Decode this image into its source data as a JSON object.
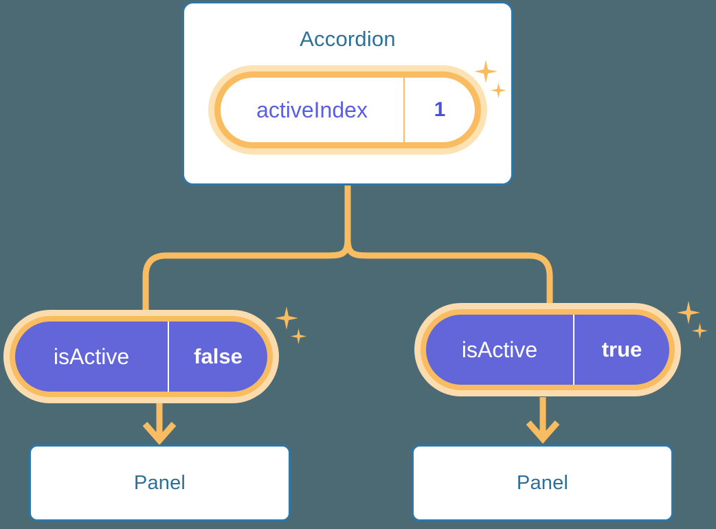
{
  "diagram": {
    "background_color": "#4c6a73",
    "accent_orange": "#f9bc60",
    "accent_orange_pale": "#fde2b4",
    "accent_purple": "#6366d8",
    "accent_blue": "#2c7099"
  },
  "accordion": {
    "title": "Accordion",
    "state": {
      "key": "activeIndex",
      "value": "1"
    }
  },
  "branches": [
    {
      "state": {
        "key": "isActive",
        "value": "false"
      },
      "panel": {
        "title": "Panel"
      }
    },
    {
      "state": {
        "key": "isActive",
        "value": "true"
      },
      "panel": {
        "title": "Panel"
      }
    }
  ],
  "icons": {
    "sparkle_big": "sparkle-icon",
    "sparkle_small": "sparkle-icon",
    "arrow_down": "arrow-down-icon"
  }
}
